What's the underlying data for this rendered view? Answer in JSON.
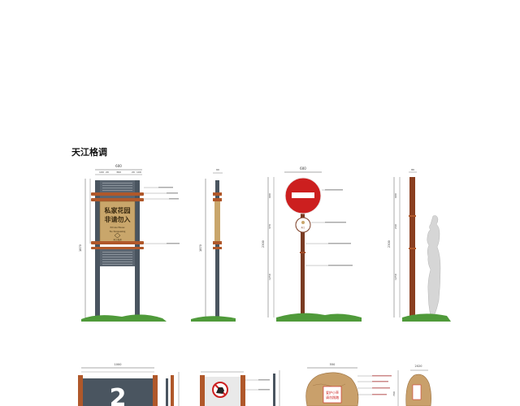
{
  "section_title": "天江格调",
  "private_garden_sign": {
    "cn_line1": "私家花园",
    "cn_line2": "非请勿入",
    "en_line1": "Private House",
    "en_line2": "No Trespassing",
    "logo_text": "天江格调"
  },
  "stop_sign": {
    "sub_logo_text": "天江"
  },
  "dimensions": {
    "garden_top_width": "600",
    "garden_sub_widths": [
      "100",
      "20",
      "360",
      "20",
      "100"
    ],
    "garden_height": "1870",
    "garden_side_top": "60",
    "stop_top_width": "600",
    "stop_total_height": "2300",
    "stop_seg": [
      "600",
      "370",
      "1250"
    ],
    "post_top": "80",
    "post_total": "2300",
    "post_seg": [
      "600",
      "240",
      "1250"
    ],
    "bottom_w1": "1000",
    "bottom_w2": "550",
    "bottom_w3": "2020",
    "bottom_h": "700"
  },
  "bottom_signs": {
    "number_sign": "2",
    "rock_text_lines": [
      "爱护小草",
      "请勿践踏"
    ]
  },
  "colors": {
    "steel": "#4a5560",
    "rust": "#b0582a",
    "gold": "#c9a66b",
    "stop_red": "#cc1f1f",
    "grass": "#4f9a3a"
  }
}
